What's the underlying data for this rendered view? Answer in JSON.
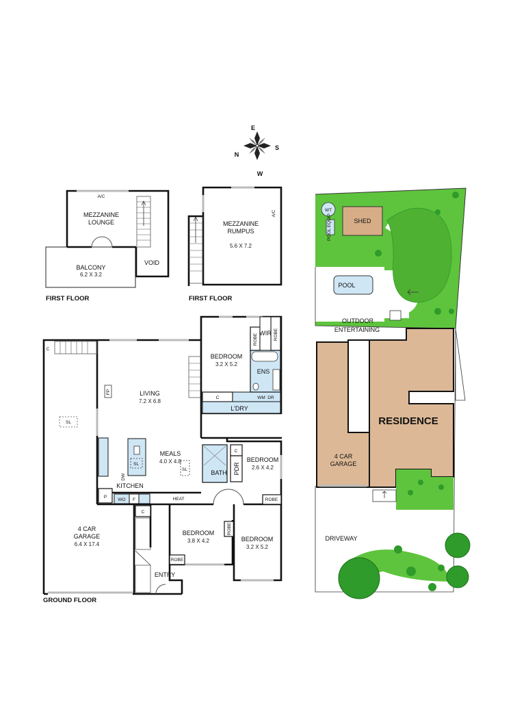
{
  "compass": {
    "n": "N",
    "e": "E",
    "s": "S",
    "w": "W"
  },
  "first_floor_left": {
    "mezz_lounge": "MEZZANINE LOUNGE",
    "mezz_lounge_l1": "MEZZANINE",
    "mezz_lounge_l2": "LOUNGE",
    "ac": "A/C",
    "balcony": "BALCONY",
    "balcony_dim": "6.2 X 3.2",
    "void": "VOID",
    "floor_label": "FIRST FLOOR"
  },
  "first_floor_right": {
    "mezz_rumpus_l1": "MEZZANINE",
    "mezz_rumpus_l2": "RUMPUS",
    "mezz_rumpus_dim": "5.6 X 7.2",
    "ac": "A/C",
    "floor_label": "FIRST FLOOR"
  },
  "ground_floor": {
    "floor_label": "GROUND FLOOR",
    "garage_l1": "4 CAR",
    "garage_l2": "GARAGE",
    "garage_dim": "6.4 X 17.4",
    "sl": "SL",
    "c": "C",
    "fp": "FP",
    "living": "LIVING",
    "living_dim": "7.2 X 6.8",
    "meals": "MEALS",
    "meals_dim": "4.0 X 4.8",
    "kitchen": "KITCHEN",
    "dw": "DW",
    "p": "P",
    "wo": "WO",
    "f": "F",
    "heat": "HEAT",
    "bedroom": "BEDROOM",
    "bed1_dim": "3.2 X 5.2",
    "robe": "ROBE",
    "wir": "WIR",
    "ens": "ENS",
    "wm": "WM",
    "dr": "DR",
    "ldry": "L'DRY",
    "bath": "BATH",
    "pdr": "PDR",
    "bed2_dim": "2.6 X 4.2",
    "bed3_dim": "3.8 X 4.2",
    "bed4_dim": "3.2 X 5.2",
    "entry": "ENTRY"
  },
  "site": {
    "wt": "WT",
    "pool_equip": "POOL EQUIP",
    "shed": "SHED",
    "pool": "POOL",
    "outdoor_l1": "OUTDOOR",
    "outdoor_l2": "ENTERTAINING",
    "residence": "RESIDENCE",
    "garage_l1": "4 CAR",
    "garage_l2": "GARAGE",
    "driveway": "DRIVEWAY"
  },
  "colors": {
    "wall": "#111111",
    "wet_area": "#cfe6f5",
    "lawn": "#5ec43d",
    "tree_dark": "#2e9b2a",
    "residence_fill": "#dcb896",
    "shed_fill": "#d6ad86"
  }
}
